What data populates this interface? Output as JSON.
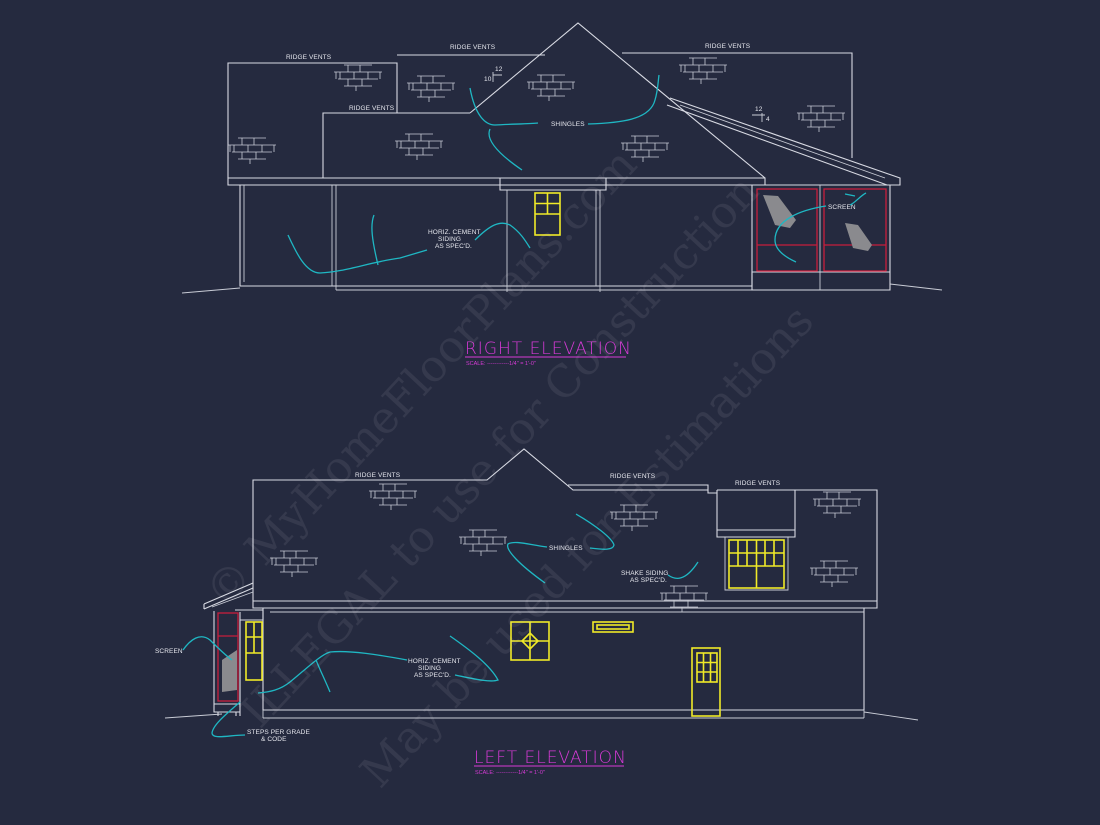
{
  "drawing": {
    "background": "#252a3f",
    "colors": {
      "linework": "#d8dae3",
      "leader": "#1fb7c3",
      "window": "#f0ea28",
      "screen_frame": "#c81e3c",
      "title": "#d63ad6"
    },
    "right_elevation": {
      "title": "RIGHT ELEVATION",
      "scale": "SCALE: ------------1/4\" = 1'-0\"",
      "labels": {
        "ridge_vents_1": "RIDGE VENTS",
        "ridge_vents_2": "RIDGE VENTS",
        "ridge_vents_3": "RIDGE VENTS",
        "ridge_vents_4": "RIDGE VENTS",
        "shingles": "SHINGLES",
        "siding_line1": "HORIZ. CEMENT",
        "siding_line2": "SIDING",
        "siding_line3": "AS SPEC'D.",
        "screen": "SCREEN"
      },
      "pitch_main": {
        "rise": "10",
        "run": "12"
      },
      "pitch_porch": {
        "rise": "4",
        "run": "12"
      }
    },
    "left_elevation": {
      "title": "LEFT ELEVATION",
      "scale": "SCALE: ------------1/4\" = 1'-0\"",
      "labels": {
        "ridge_vents_1": "RIDGE VENTS",
        "ridge_vents_2": "RIDGE VENTS",
        "ridge_vents_3": "RIDGE VENTS",
        "shingles": "SHINGLES",
        "shake_line1": "SHAKE SIDING",
        "shake_line2": "AS SPEC'D.",
        "siding_line1": "HORIZ. CEMENT",
        "siding_line2": "SIDING",
        "siding_line3": "AS SPEC'D.",
        "screen": "SCREEN",
        "steps_line1": "STEPS PER GRADE",
        "steps_line2": "& CODE"
      }
    },
    "watermark": {
      "line1": "© MyHomeFloorPlans.com",
      "line2": "ILLEGAL to use for Construction",
      "line3": "May be used for Estimations"
    }
  }
}
